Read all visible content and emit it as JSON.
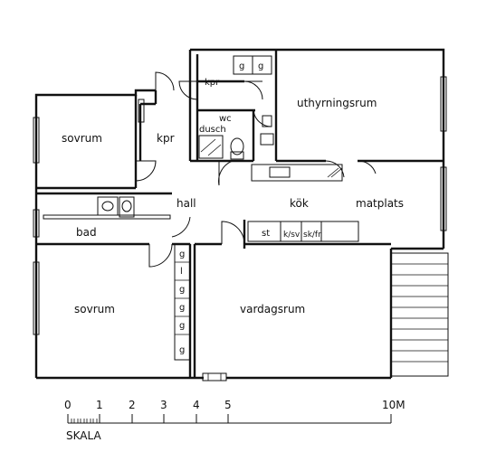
{
  "rooms": {
    "uthyrningsrum": "uthyrningsrum",
    "kpr_top": "kpr",
    "wc": "wc",
    "dusch": "dusch",
    "sovrum_top": "sovrum",
    "kpr_left": "kpr",
    "hall": "hall",
    "kok": "kök",
    "matplats": "matplats",
    "bad": "bad",
    "sovrum_bottom": "sovrum",
    "vardagsrum": "vardagsrum"
  },
  "fixtures": {
    "g": "g",
    "l": "l",
    "st": "st",
    "ksv": "k/sv",
    "skfr": "sk/fr"
  },
  "scale": {
    "label": "SKALA",
    "ticks": [
      "0",
      "1",
      "2",
      "3",
      "4",
      "5",
      "10M"
    ]
  }
}
